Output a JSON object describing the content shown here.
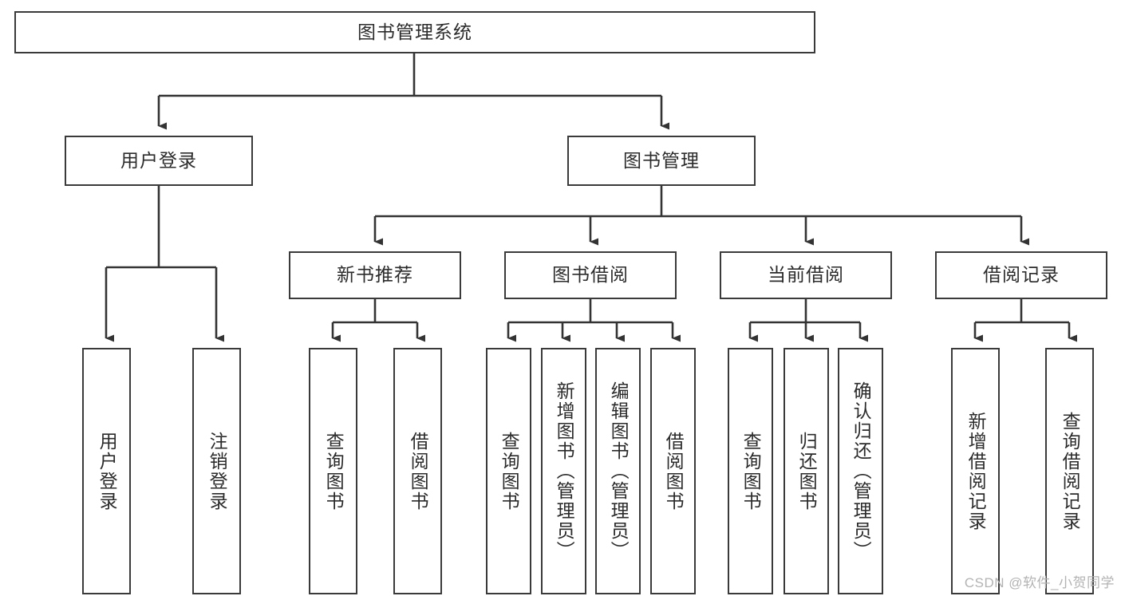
{
  "diagram": {
    "title": "图书管理系统",
    "type": "tree",
    "colors": {
      "box_border": "#3a3a3a",
      "box_fill": "#ffffff",
      "edge": "#333333",
      "text": "#2b2b2b",
      "watermark": "#b3b3b3"
    },
    "nodes": {
      "root": {
        "label": "图书管理系统"
      },
      "level2": [
        {
          "id": "user_login",
          "label": "用户登录"
        },
        {
          "id": "book_manage",
          "label": "图书管理"
        }
      ],
      "level3": [
        {
          "id": "new_book_rec",
          "label": "新书推荐"
        },
        {
          "id": "book_borrow",
          "label": "图书借阅"
        },
        {
          "id": "current_borrow",
          "label": "当前借阅"
        },
        {
          "id": "borrow_record",
          "label": "借阅记录"
        }
      ],
      "leaves": {
        "user_login": [
          {
            "id": "leaf_user_login",
            "label": "用户登录"
          },
          {
            "id": "leaf_user_logout",
            "label": "注销登录"
          }
        ],
        "new_book_rec": [
          {
            "id": "leaf_query_book_1",
            "label": "查询图书"
          },
          {
            "id": "leaf_borrow_book_1",
            "label": "借阅图书"
          }
        ],
        "book_borrow": [
          {
            "id": "leaf_query_book_2",
            "label": "查询图书"
          },
          {
            "id": "leaf_add_book",
            "label": "新增图书（管理员）"
          },
          {
            "id": "leaf_edit_book",
            "label": "编辑图书（管理员）"
          },
          {
            "id": "leaf_borrow_book_2",
            "label": "借阅图书"
          }
        ],
        "current_borrow": [
          {
            "id": "leaf_query_book_3",
            "label": "查询图书"
          },
          {
            "id": "leaf_return_book",
            "label": "归还图书"
          },
          {
            "id": "leaf_confirm_return",
            "label": "确认归还（管理员）"
          }
        ],
        "borrow_record": [
          {
            "id": "leaf_add_record",
            "label": "新增借阅记录"
          },
          {
            "id": "leaf_query_record",
            "label": "查询借阅记录"
          }
        ]
      }
    }
  },
  "watermark": {
    "text": "CSDN @软件_小贺同学"
  }
}
